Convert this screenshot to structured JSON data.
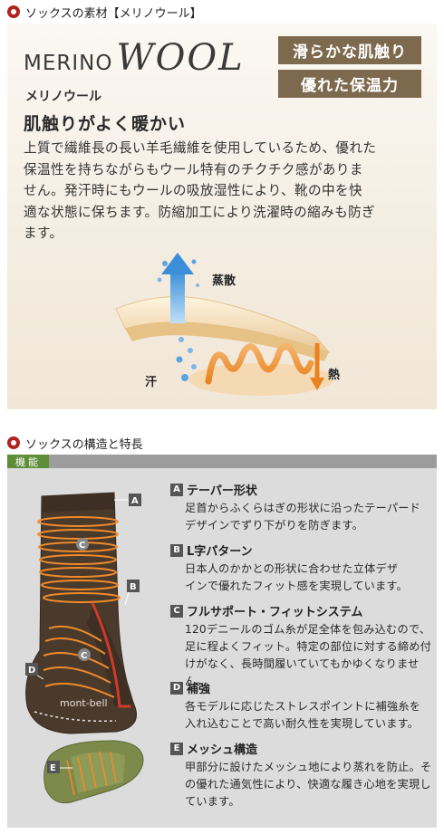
{
  "section1": {
    "header": "ソックスの素材【メリノウール】",
    "logo_merino": "MERINO",
    "logo_wool": "WOOL",
    "badges": [
      "滑らかな肌触り",
      "優れた保温力"
    ],
    "sub_name": "メリノウール",
    "catch": "肌触りがよく暖かい",
    "desc_lines": [
      "上質で繊維長の長い羊毛繊維を使用しているため、優れた",
      "保温性を持ちながらもウール特有のチクチク感がありま",
      "せん。発汗時にもウールの吸放湿性により、靴の中を快",
      "適な状態に保ちます。防縮加工により洗濯時の縮みも防ぎ",
      "ます。"
    ],
    "diagram": {
      "evaporation": "蒸散",
      "heat": "熱",
      "sweat": "汗"
    }
  },
  "section2": {
    "header": "ソックスの構造と特長",
    "func_tag": "機能",
    "sock_labels": {
      "A": "A",
      "B": "B",
      "C1": "C",
      "C2": "C",
      "D": "D",
      "E": "E"
    },
    "sock_brand": "mont-bell",
    "features": [
      {
        "letter": "A",
        "title": "テーパー形状",
        "lines": [
          "足首からふくらはぎの形状に沿ったテーパード",
          "デザインでずり下がりを防ぎます。"
        ]
      },
      {
        "letter": "B",
        "title": "L字パターン",
        "lines": [
          "日本人のかかとの形状に合わせた立体デザ",
          "インで優れたフィット感を実現しています。"
        ]
      },
      {
        "letter": "C",
        "title": "フルサポート・フィットシステム",
        "lines": [
          "120デニールのゴム糸が足全体を包み込むので、",
          "足に程よくフィット。特定の部位に対する締め付",
          "けがなく、長時間履いていてもかゆくなりません。"
        ]
      },
      {
        "letter": "D",
        "title": "補強",
        "lines": [
          "各モデルに応じたストレスポイントに補強糸を",
          "入れ込むことで高い耐久性を実現しています。"
        ]
      },
      {
        "letter": "E",
        "title": "メッシュ構造",
        "lines": [
          "甲部分に設けたメッシュ地により蒸れを防止。そ",
          "の優れた通気性により、快適な履き心地を実現し",
          "ています。"
        ]
      }
    ]
  },
  "colors": {
    "accent_red": "#b1231f",
    "badge_brown": "#7d6a4e",
    "func_green": "#5f8e3a",
    "sock_brown": "#4a3a2c",
    "sock_olive": "#7d8a4a",
    "band_orange": "#f08a2a"
  }
}
